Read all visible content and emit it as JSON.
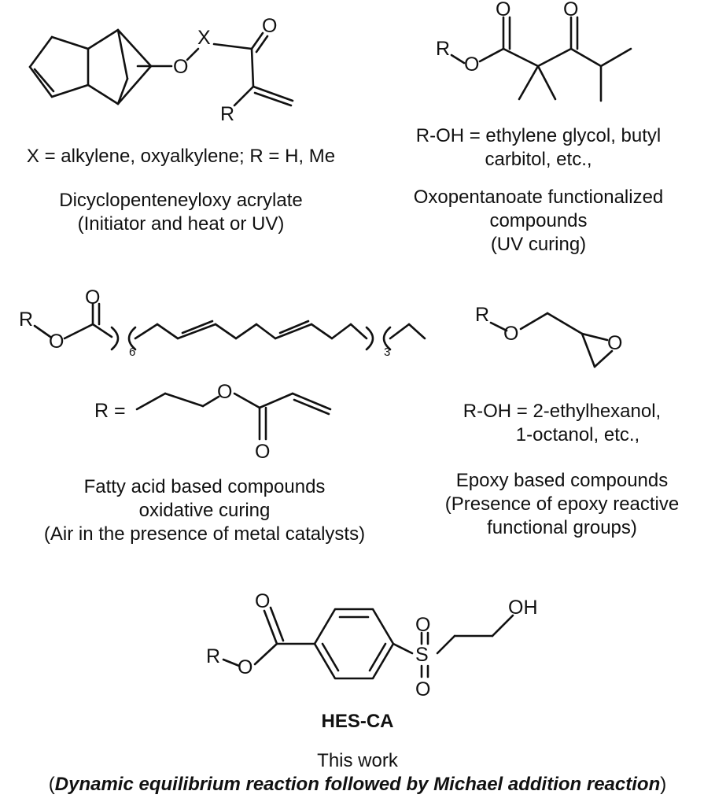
{
  "panels": {
    "top_left": {
      "atoms": {
        "o": "O",
        "x": "X",
        "o_carbonyl": "O",
        "r": "R"
      },
      "note": "X = alkylene, oxyalkylene; R = H, Me",
      "name": "Dicyclopenteneyloxy acrylate",
      "cure": "(Initiator and heat or UV)"
    },
    "top_right": {
      "atoms": {
        "r": "R",
        "o_ester": "O",
        "o_carbonyl": "O",
        "o_ketone": "O"
      },
      "note_line1": "R-OH = ethylene glycol, butyl",
      "note_line2": "carbitol, etc.,",
      "name_line1": "Oxopentanoate functionalized",
      "name_line2": "compounds",
      "cure": "(UV curing)"
    },
    "middle_left": {
      "atoms": {
        "r": "R",
        "o_ester": "O",
        "o_carbonyl": "O",
        "sub_6": "6",
        "sub_3": "3",
        "r_eq": "R =",
        "o_acr_ester": "O",
        "o_acr_carbonyl": "O"
      },
      "name_line1": "Fatty acid based compounds",
      "name_line2": "oxidative curing",
      "cure": "(Air in the presence of metal catalysts)"
    },
    "middle_right": {
      "atoms": {
        "r": "R",
        "o_ether": "O",
        "o_epoxide": "O"
      },
      "note_line1": "R-OH = 2-ethylhexanol,",
      "note_line2": "1-octanol, etc.,",
      "name": "Epoxy based compounds",
      "cure_line1": "(Presence of epoxy reactive",
      "cure_line2": "functional groups)"
    },
    "bottom": {
      "atoms": {
        "r": "R",
        "o_ester": "O",
        "o_carbonyl": "O",
        "s": "S",
        "o_sulfonyl_top": "O",
        "o_sulfonyl_bottom": "O",
        "oh": "OH"
      },
      "name": "HES-CA",
      "subtitle": "This work",
      "paren_open": "(",
      "mechanism": "Dynamic equilibrium reaction followed by Michael addition reaction",
      "paren_close": ")"
    }
  }
}
